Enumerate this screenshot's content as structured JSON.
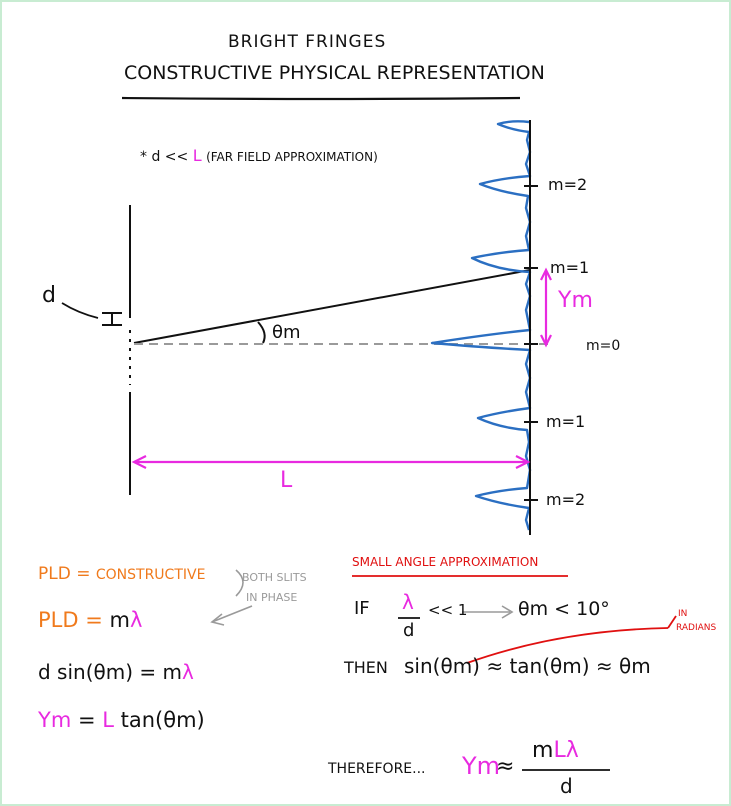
{
  "title_line1": "BRIGHT FRINGES",
  "title_line2": "CONSTRUCTIVE PHYSICAL REPRESENTATION",
  "assumption": {
    "prefix": "* d <<",
    "L": "L",
    "suffix": "(FAR FIELD APPROXIMATION)"
  },
  "diagram": {
    "d_label": "d",
    "theta_label": "θm",
    "ym_label": "Ym",
    "L_label": "L",
    "orders": [
      "m=2",
      "m=1",
      "m=0",
      "m=1",
      "m=2"
    ]
  },
  "equations": {
    "eq1_left": "PLD = ",
    "eq1_right": "CONSTRUCTIVE",
    "note": [
      "BOTH SLITS",
      "IN PHASE"
    ],
    "eq2_left": "PLD = ",
    "eq2_m": "m",
    "eq2_lambda": "λ",
    "eq3_left": "d sin(θm) = m",
    "eq3_lambda": "λ",
    "eq4_ym": "Ym",
    "eq4_eq": " = ",
    "eq4_L": "L",
    "eq4_rest": " tan(θm)"
  },
  "small_angle": {
    "heading": "SMALL ANGLE APPROXIMATION",
    "if_label": "IF",
    "frac_num": "λ",
    "frac_den": "d",
    "if_rest": "<< 1",
    "arrow": "⟶",
    "if_result": "θm < 10°",
    "then_label": "THEN",
    "then_rest": "sin(θm) ≈ tan(θm) ≈ θm",
    "radians_note": [
      "IN",
      "RADIANS"
    ]
  },
  "therefore": {
    "label": "THEREFORE...",
    "ym": "Ym",
    "approx": "≈",
    "num_m": "m",
    "num_L": "L",
    "num_lambda": "λ",
    "den": "d"
  },
  "colors": {
    "ink": "#111111",
    "orange": "#f07a1c",
    "magenta": "#e82ae0",
    "red": "#e01010",
    "blue": "#2b6fc2",
    "gray": "#9a9a9a",
    "border": "#c8ecd2"
  }
}
